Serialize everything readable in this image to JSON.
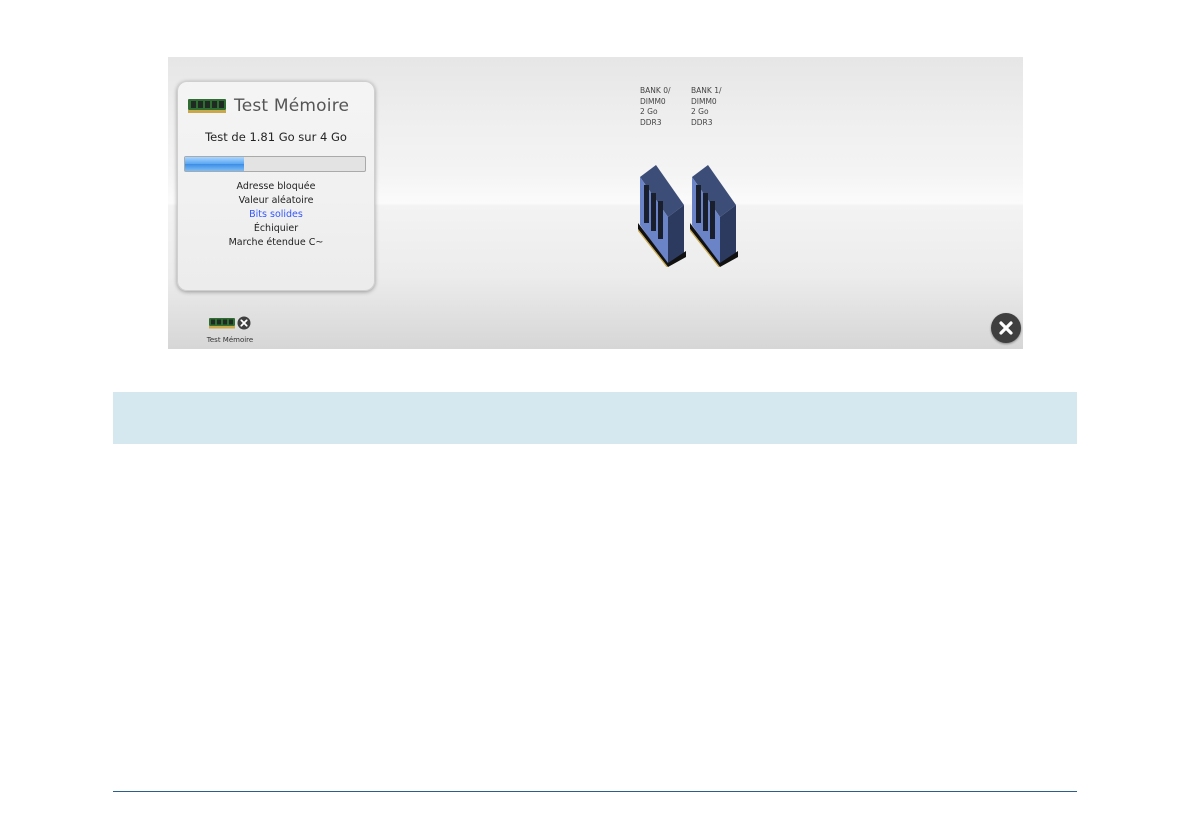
{
  "panel": {
    "title": "Test Mémoire",
    "subtitle": "Test de 1.81 Go sur 4 Go",
    "progress": 0.33,
    "tests": [
      {
        "label": "Adresse bloquée",
        "active": false
      },
      {
        "label": "Valeur aléatoire",
        "active": false
      },
      {
        "label": "Bits solides",
        "active": true
      },
      {
        "label": "Échiquier",
        "active": false
      },
      {
        "label": "Marche étendue C~",
        "active": false
      }
    ]
  },
  "dock": {
    "app_label": "Test Mémoire"
  },
  "banks": [
    {
      "line1": "BANK 0/",
      "line2": "DIMM0",
      "line3": "2 Go",
      "line4": "DDR3"
    },
    {
      "line1": "BANK 1/",
      "line2": "DIMM0",
      "line3": "2 Go",
      "line4": "DDR3"
    }
  ],
  "colors": {
    "active_test": "#3355ff",
    "progress": "#3d8de5",
    "separator": "#d5e8f0",
    "footer_rule": "#2a5f8a"
  }
}
